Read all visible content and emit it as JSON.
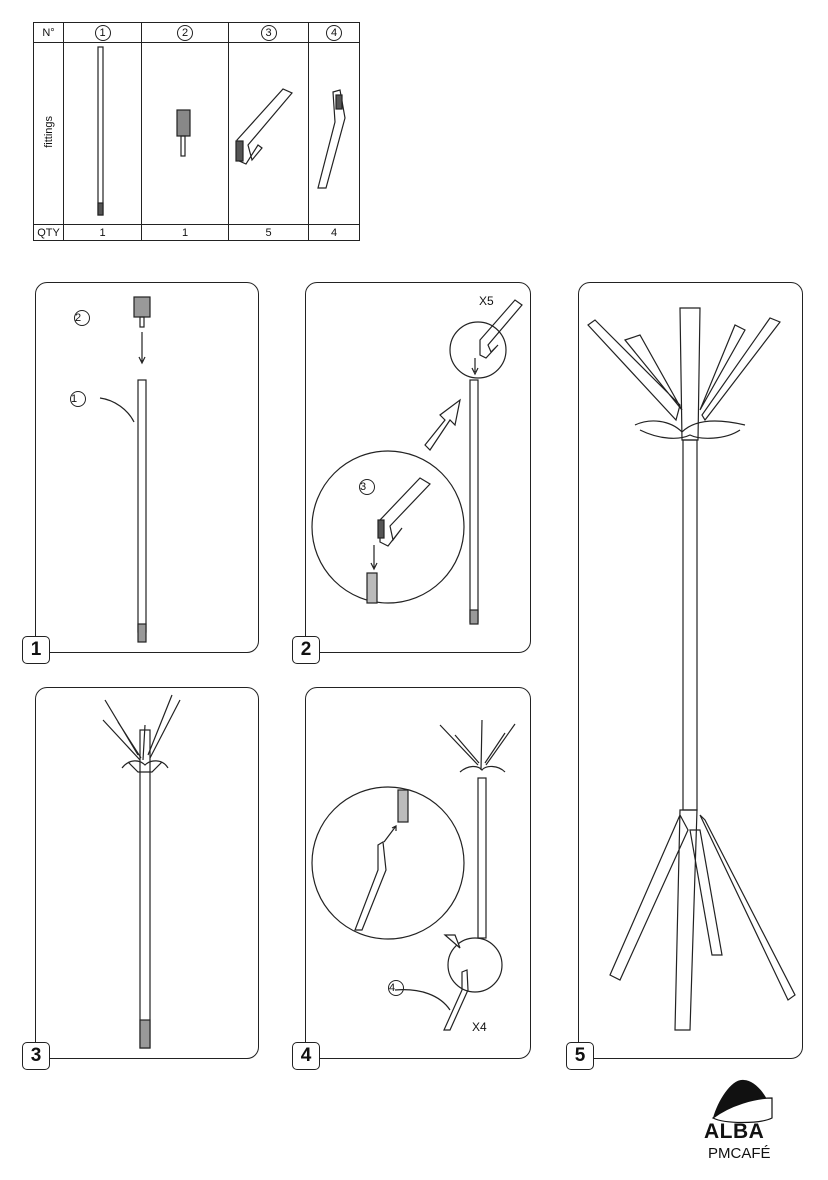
{
  "parts_table": {
    "header_label": "N°",
    "row_label": "fittings",
    "qty_label": "QTY",
    "parts": [
      {
        "number": "1",
        "qty": "1",
        "name": "pole"
      },
      {
        "number": "2",
        "qty": "1",
        "name": "connector"
      },
      {
        "number": "3",
        "qty": "5",
        "name": "hook"
      },
      {
        "number": "4",
        "qty": "4",
        "name": "leg"
      }
    ]
  },
  "steps": [
    {
      "number": "1",
      "callouts": [
        "2",
        "1"
      ]
    },
    {
      "number": "2",
      "callouts": [
        "3"
      ],
      "multiplier": "X5"
    },
    {
      "number": "3"
    },
    {
      "number": "4",
      "callouts": [
        "4"
      ],
      "multiplier": "X4"
    },
    {
      "number": "5"
    }
  ],
  "logo": {
    "brand": "ALBA",
    "model": "PMCAFÉ"
  }
}
